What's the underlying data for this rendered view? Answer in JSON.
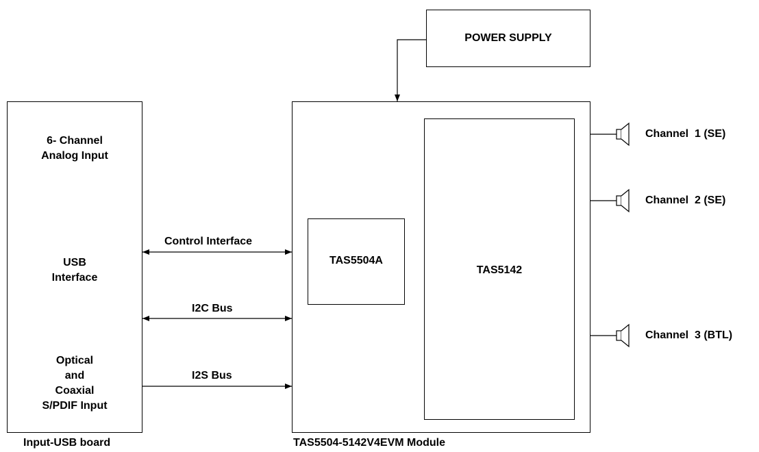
{
  "power_supply": {
    "label": "POWER SUPPLY"
  },
  "input_board": {
    "caption": "Input-USB board",
    "blocks": [
      {
        "label": "6- Channel\nAnalog Input"
      },
      {
        "label": "USB\nInterface"
      },
      {
        "label": "Optical\nand\nCoaxial\nS/PDIF Input"
      }
    ]
  },
  "module": {
    "caption": "TAS5504-5142V4EVM Module",
    "chip_a": "TAS5504A",
    "chip_b": "TAS5142"
  },
  "links": {
    "control": "Control Interface",
    "i2c": "I2C Bus",
    "i2s": "I2S Bus"
  },
  "outputs": [
    {
      "label": "Channel  1 (SE)"
    },
    {
      "label": "Channel  2 (SE)"
    },
    {
      "label": "Channel  3 (BTL)"
    }
  ]
}
